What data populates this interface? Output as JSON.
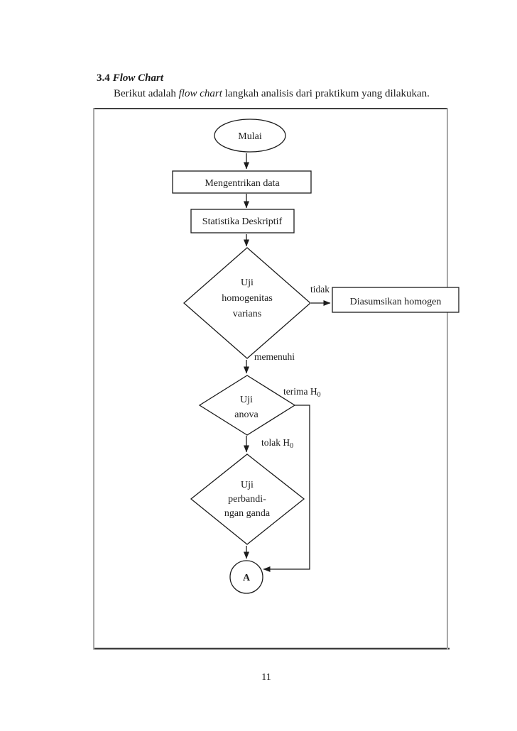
{
  "document": {
    "heading": {
      "number": "3.4",
      "title": "Flow Chart"
    },
    "intro": {
      "before": "Berikut adalah ",
      "italic": "flow chart",
      "after": " langkah analisis dari praktikum yang dilakukan."
    },
    "page_number": "11"
  },
  "flowchart": {
    "nodes": {
      "start": {
        "shape": "oval",
        "label": "Mulai"
      },
      "entry_data": {
        "shape": "rectangle",
        "label": "Mengentrikan data"
      },
      "descriptive_stats": {
        "shape": "rectangle",
        "label": "Statistika Deskriptif"
      },
      "homogeneity_test": {
        "shape": "diamond",
        "lines": [
          "Uji",
          "homogenitas",
          "varians"
        ]
      },
      "assumed_homogeneous": {
        "shape": "rectangle",
        "label": "Diasumsikan homogen"
      },
      "anova_test": {
        "shape": "diamond",
        "lines": [
          "Uji",
          "anova"
        ]
      },
      "multiple_comparison_test": {
        "shape": "diamond",
        "lines": [
          "Uji",
          "perbandi-",
          "ngan ganda"
        ]
      },
      "connector_a": {
        "shape": "circle",
        "label": "A"
      }
    },
    "edge_labels": {
      "tidak": "tidak",
      "memenuhi": "memenuhi",
      "terima_h0": {
        "text": "terima H",
        "sub": "0"
      },
      "tolak_h0": {
        "text": "tolak H",
        "sub": "0"
      }
    }
  },
  "colors": {
    "background": "#ffffff",
    "ink": "#1c1c1c",
    "frame_dark": "#404040",
    "frame_light": "#a8a8a8"
  }
}
